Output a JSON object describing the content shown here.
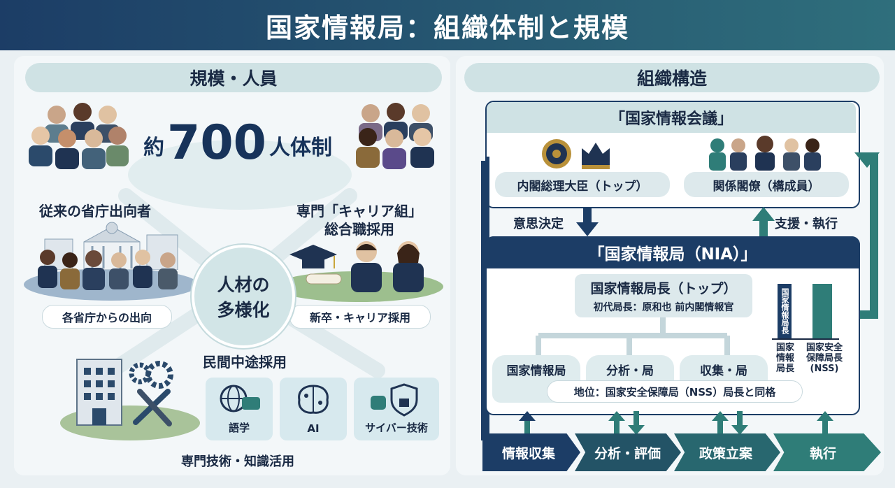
{
  "title": "国家情報局：組織体制と規模",
  "left": {
    "heading": "規模・人員",
    "scale_prefix": "約",
    "scale_number": "700",
    "scale_suffix": "人体制",
    "center": "人材の\n多様化",
    "center_line1": "人材の",
    "center_line2": "多様化",
    "ministry": {
      "title": "従来の省庁出向者",
      "caption": "各省庁からの出向"
    },
    "career": {
      "title_line1": "専門「キャリア組」",
      "title_line2": "総合職採用",
      "caption": "新卒・キャリア採用"
    },
    "private": {
      "title": "民間中途採用",
      "caption": "専門技術・知識活用"
    },
    "skills": [
      "語学",
      "AI",
      "サイバー技術"
    ]
  },
  "right": {
    "heading": "組織構造",
    "council": {
      "title": "「国家情報会議」",
      "pm": "内閣総理大臣（トップ）",
      "ministers": "関係閣僚（構成員）"
    },
    "decision": "意思決定",
    "support": "支援・執行",
    "nia": {
      "title": "「国家情報局（NIA）」",
      "director": "国家情報局長（トップ）",
      "first_director": "初代局長：原和也 前内閣情報官",
      "units": [
        "国家情報局",
        "分析・局",
        "収集・局"
      ],
      "status": "地位：国家安全保障局（NSS）局長と同格",
      "bar_label_vertical": "国家情報局長",
      "bar1_caption": "国家\n情報\n局長",
      "bar1_lines": [
        "国家",
        "情報",
        "局長"
      ],
      "bar2_lines": [
        "国家安全",
        "保障局長",
        "(NSS)"
      ]
    },
    "flow": [
      "情報収集",
      "分析・評価",
      "政策立案",
      "執行"
    ]
  },
  "colors": {
    "navy": "#1c3d66",
    "teal": "#2f7d78",
    "light": "#cfe2e4"
  }
}
